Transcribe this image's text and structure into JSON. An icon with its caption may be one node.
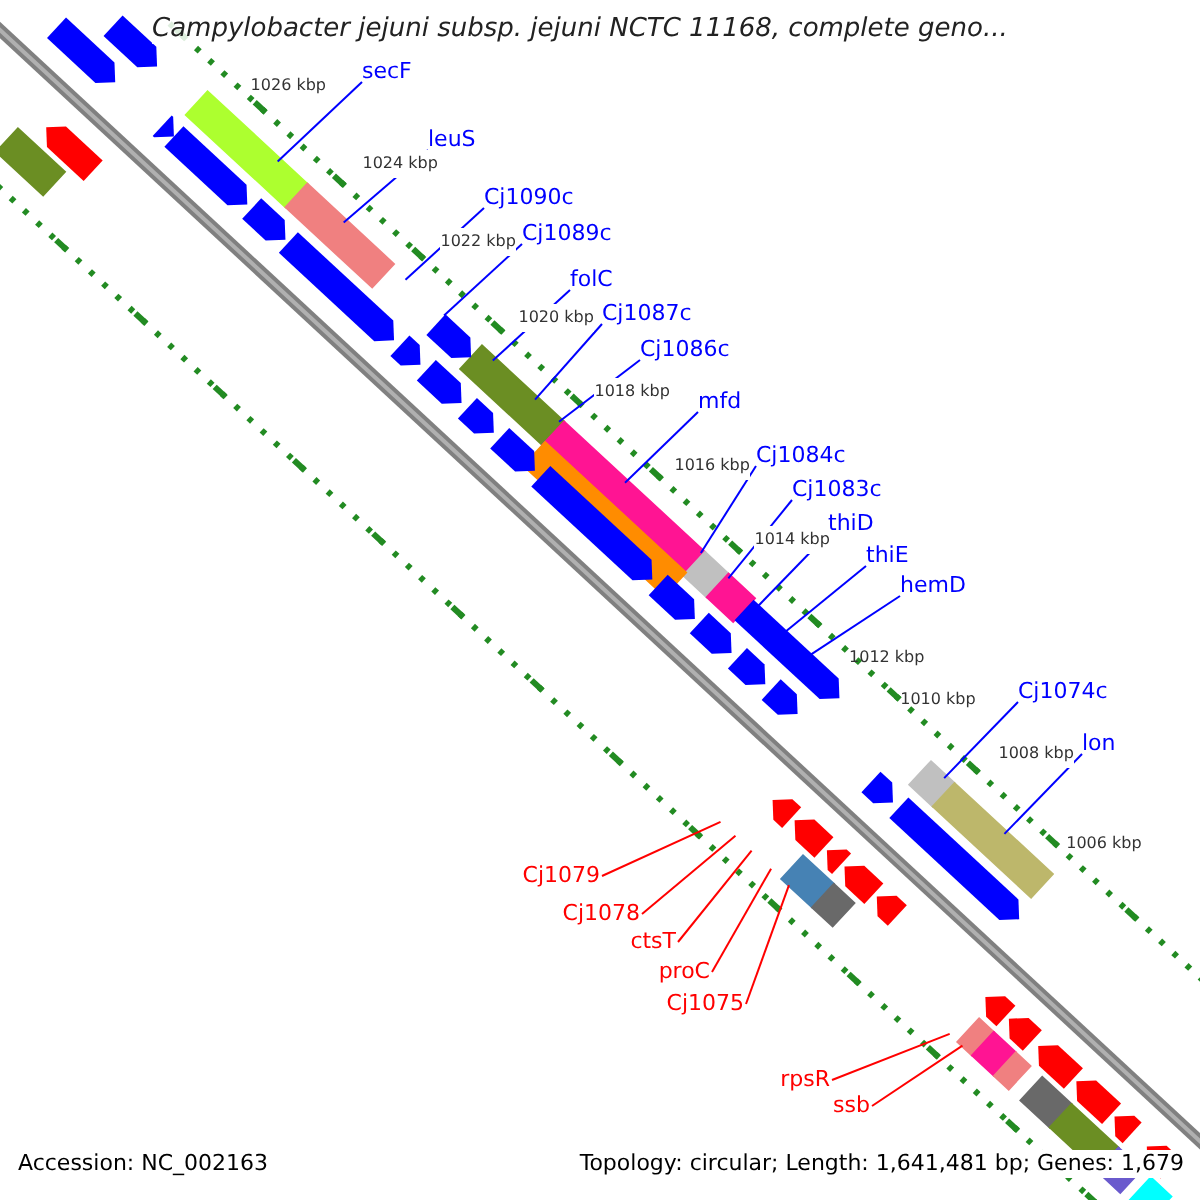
{
  "diagram": {
    "title": "Campylobacter jejuni subsp. jejuni NCTC 11168, complete geno...",
    "nodes": [
      {
        "text": [
          "secF"
        ]
      },
      {
        "text": [
          "leuS"
        ]
      },
      {
        "text": [
          "Cj1090c"
        ]
      },
      {
        "text": [
          "Cj1089c"
        ]
      },
      {
        "text": [
          "folC"
        ]
      },
      {
        "text": [
          "Cj1087c"
        ]
      },
      {
        "text": [
          "Cj1086c"
        ]
      },
      {
        "text": [
          "mfd"
        ]
      },
      {
        "text": [
          "Cj1084c"
        ]
      },
      {
        "text": [
          "Cj1083c"
        ]
      },
      {
        "text": [
          "thiD"
        ]
      },
      {
        "text": [
          "thiE"
        ]
      },
      {
        "text": [
          "hemD"
        ]
      },
      {
        "text": [
          "Cj1074c"
        ]
      },
      {
        "text": [
          "lon"
        ]
      },
      {
        "text": [
          "Cj1079"
        ]
      },
      {
        "text": [
          "Cj1078"
        ]
      },
      {
        "text": [
          "ctsT"
        ]
      },
      {
        "text": [
          "proC"
        ]
      },
      {
        "text": [
          "Cj1075"
        ]
      },
      {
        "text": [
          "rpsR"
        ]
      },
      {
        "text": [
          "ssb"
        ]
      }
    ],
    "edges": [
      {
        "from": 0,
        "to": null,
        "arrow": "none"
      },
      {
        "from": 1,
        "to": null,
        "arrow": "none"
      },
      {
        "from": 2,
        "to": null,
        "arrow": "none"
      },
      {
        "from": 3,
        "to": null,
        "arrow": "none"
      },
      {
        "from": 4,
        "to": null,
        "arrow": "none"
      },
      {
        "from": 5,
        "to": null,
        "arrow": "none"
      },
      {
        "from": 6,
        "to": null,
        "arrow": "none"
      },
      {
        "from": 7,
        "to": null,
        "arrow": "none"
      },
      {
        "from": 8,
        "to": null,
        "arrow": "none"
      },
      {
        "from": 9,
        "to": null,
        "arrow": "none"
      },
      {
        "from": 10,
        "to": null,
        "arrow": "none"
      },
      {
        "from": 11,
        "to": null,
        "arrow": "none"
      },
      {
        "from": 12,
        "to": null,
        "arrow": "none"
      },
      {
        "from": 13,
        "to": null,
        "arrow": "none"
      },
      {
        "from": 14,
        "to": null,
        "arrow": "none"
      },
      {
        "from": 15,
        "to": null,
        "arrow": "none",
        "color": "#ff0000"
      },
      {
        "from": 16,
        "to": null,
        "arrow": "none",
        "color": "#ff0000"
      },
      {
        "from": 17,
        "to": null,
        "arrow": "none",
        "color": "#ff0000"
      },
      {
        "from": 18,
        "to": null,
        "arrow": "none",
        "color": "#ff0000"
      },
      {
        "from": 19,
        "to": null,
        "arrow": "none",
        "color": "#ff0000"
      },
      {
        "from": 20,
        "to": null,
        "arrow": "none",
        "color": "#ff0000"
      },
      {
        "from": 21,
        "to": null,
        "arrow": "none",
        "color": "#ff0000"
      }
    ],
    "labels": [
      "1026 kbp",
      "1024 kbp",
      "1022 kbp",
      "1020 kbp",
      "1018 kbp",
      "1016 kbp",
      "1014 kbp",
      "1012 kbp",
      "1010 kbp",
      "1008 kbp",
      "1006 kbp",
      "Accession: NC_002163",
      "Topology: circular; Length: 1,641,481 bp; Genes: 1,679"
    ]
  }
}
